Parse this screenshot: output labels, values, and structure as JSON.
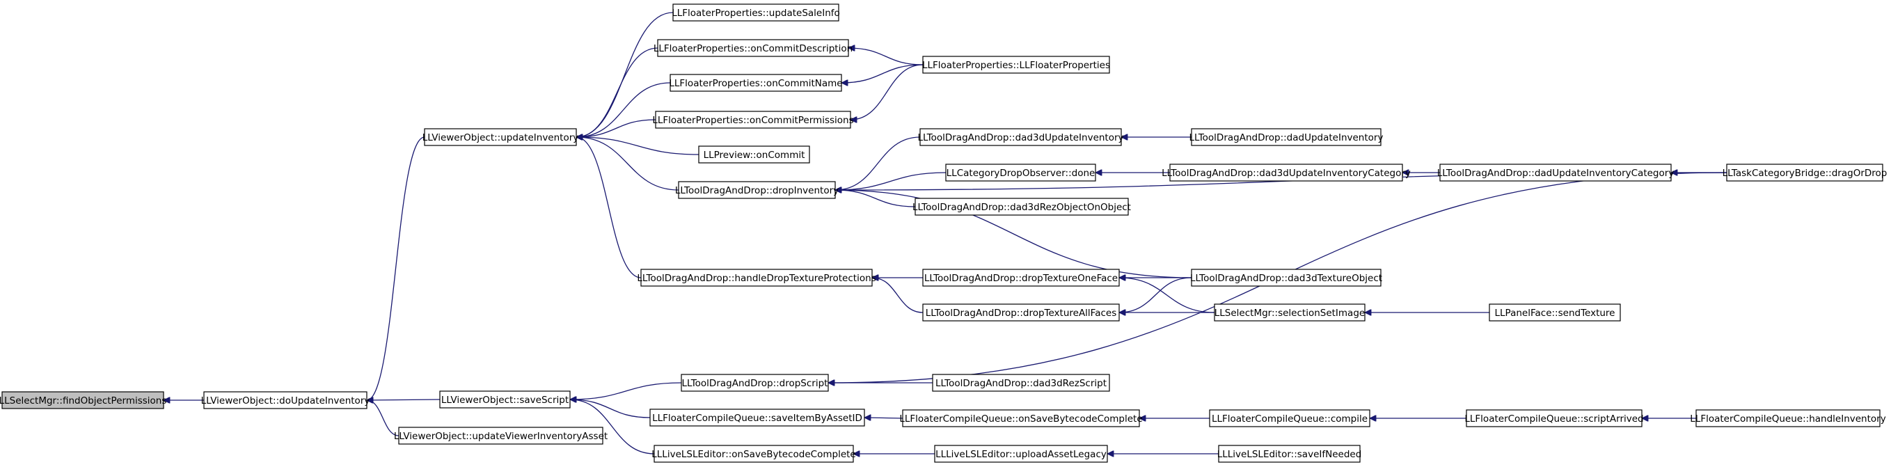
{
  "colors": {
    "edge": "#191970",
    "root_fill": "#bfbfbf",
    "node_fill": "#ffffff",
    "node_border": "#000000"
  },
  "nodes": {
    "findObjectPermissions": "LLSelectMgr::findObjectPermissions",
    "doUpdateInventory": "LLViewerObject::doUpdateInventory",
    "updateInventory": "LLViewerObject::updateInventory",
    "saveScript": "LLViewerObject::saveScript",
    "updateViewerInventoryAsset": "LLViewerObject::updateViewerInventoryAsset",
    "updateSaleInfo": "LLFloaterProperties::updateSaleInfo",
    "onCommitDescription": "LLFloaterProperties::onCommitDescription",
    "onCommitName": "LLFloaterProperties::onCommitName",
    "onCommitPermissions": "LLFloaterProperties::onCommitPermissions",
    "previewOnCommit": "LLPreview::onCommit",
    "dropInventory": "LLToolDragAndDrop::dropInventory",
    "handleDropTextureProtections": "LLToolDragAndDrop::handleDropTextureProtections",
    "dropScript": "LLToolDragAndDrop::dropScript",
    "saveItemByAssetID": "LLFloaterCompileQueue::saveItemByAssetID",
    "lslOnSaveBytecodeComplete": "LLLiveLSLEditor::onSaveBytecodeComplete",
    "floaterPropertiesCtor": "LLFloaterProperties::LLFloaterProperties",
    "dad3dUpdateInventory": "LLToolDragAndDrop::dad3dUpdateInventory",
    "categoryDropObserverDone": "LLCategoryDropObserver::done",
    "dad3dRezObjectOnObject": "LLToolDragAndDrop::dad3dRezObjectOnObject",
    "dropTextureOneFace": "LLToolDragAndDrop::dropTextureOneFace",
    "dropTextureAllFaces": "LLToolDragAndDrop::dropTextureAllFaces",
    "dad3dRezScript": "LLToolDragAndDrop::dad3dRezScript",
    "cqOnSaveBytecodeComplete": "LLFloaterCompileQueue::onSaveBytecodeComplete",
    "uploadAssetLegacy": "LLLiveLSLEditor::uploadAssetLegacy",
    "dadUpdateInventory": "LLToolDragAndDrop::dadUpdateInventory",
    "dad3dUpdateInventoryCategory": "LLToolDragAndDrop::dad3dUpdateInventoryCategory",
    "dad3dTextureObject": "LLToolDragAndDrop::dad3dTextureObject",
    "selectionSetImage": "LLSelectMgr::selectionSetImage",
    "compile": "LLFloaterCompileQueue::compile",
    "saveIfNeeded": "LLLiveLSLEditor::saveIfNeeded",
    "dadUpdateInventoryCategory": "LLToolDragAndDrop::dadUpdateInventoryCategory",
    "panelFaceSendTexture": "LLPanelFace::sendTexture",
    "scriptArrived": "LLFloaterCompileQueue::scriptArrived",
    "dragOrDrop": "LLTaskCategoryBridge::dragOrDrop",
    "handleInventory": "LLFloaterCompileQueue::handleInventory"
  }
}
